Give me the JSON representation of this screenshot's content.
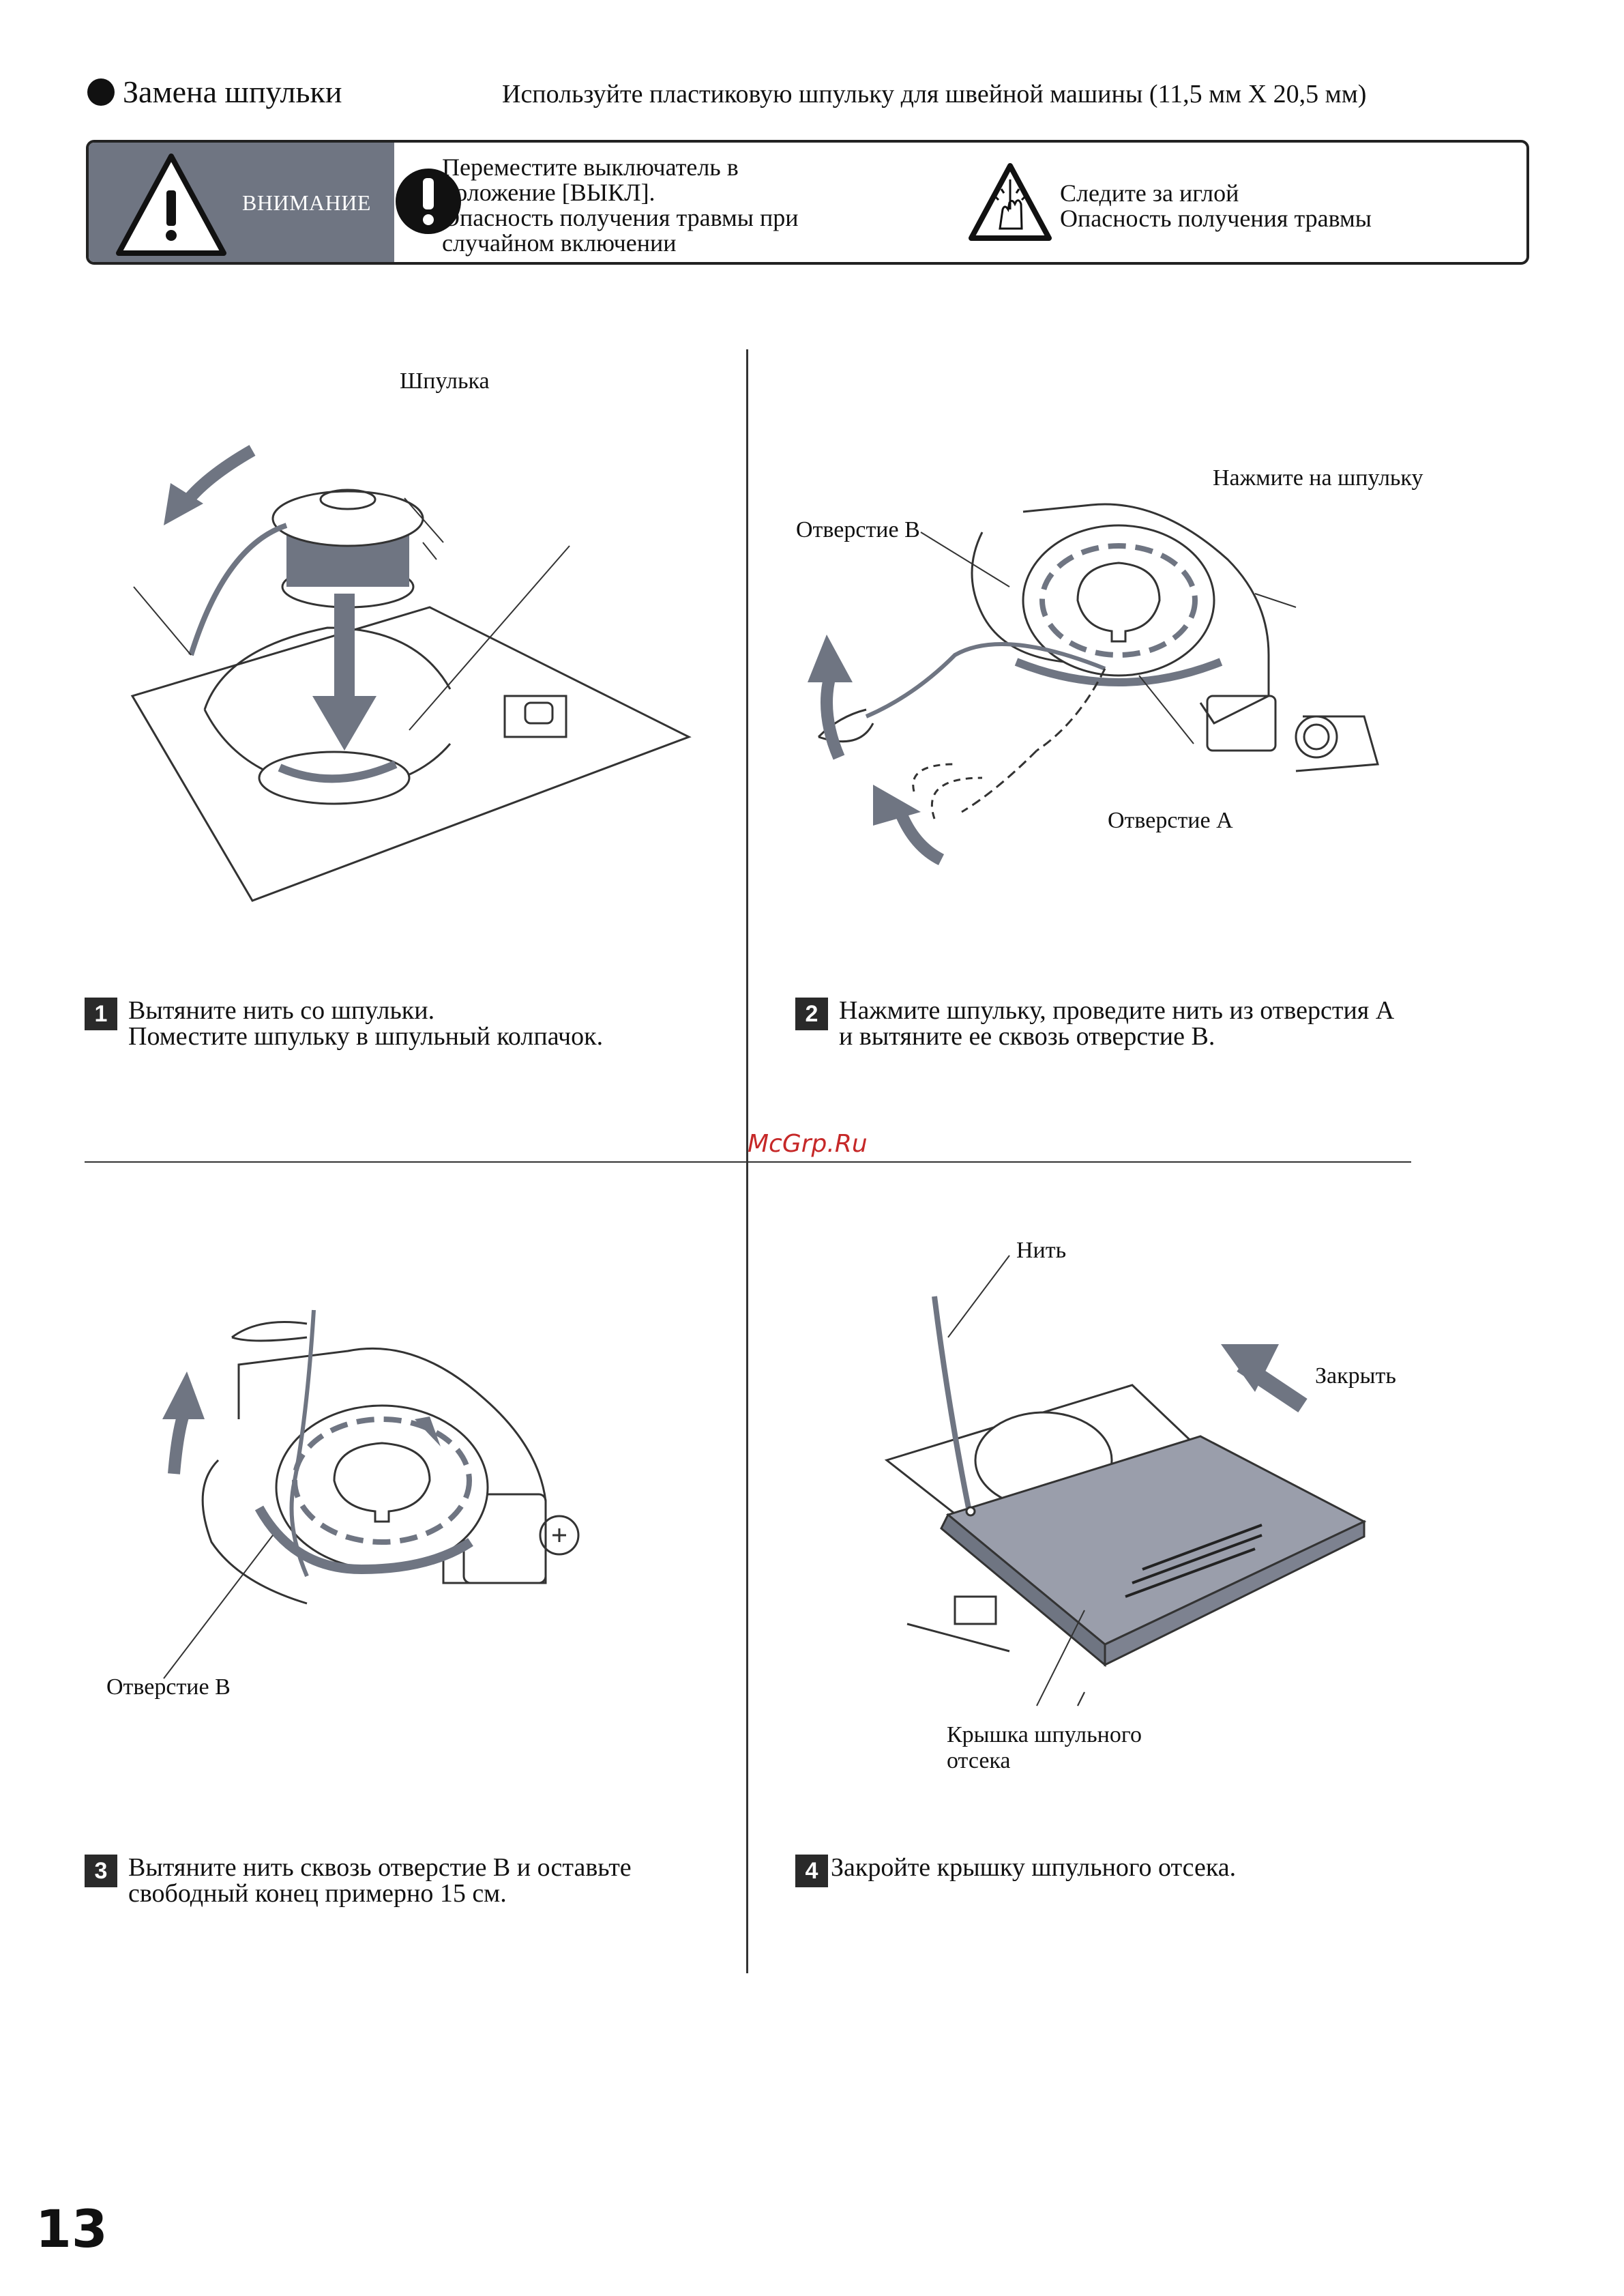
{
  "header": {
    "title": "Замена шпульки",
    "subtitle": "Используйте пластиковую шпульку для швейной машины (11,5 мм X 20,5 мм)"
  },
  "caution": {
    "label": "ВНИМАНИЕ",
    "power_lines": [
      "Переместите выключатель в",
      "положение [ВЫКЛ].",
      "Опасность получения травмы при",
      "случайном включении"
    ],
    "needle_lines": [
      "Следите за иглой",
      "Опасность получения травмы"
    ]
  },
  "watermark": "McGrp.Ru",
  "steps": [
    {
      "num": "1",
      "lines": [
        "Вытяните нить со шпульки.",
        "Поместите шпульку в шпульный колпачок."
      ]
    },
    {
      "num": "2",
      "lines": [
        "Нажмите шпульку, проведите нить из отверстия А",
        "и вытяните ее сквозь отверстие В."
      ]
    },
    {
      "num": "3",
      "lines": [
        "Вытяните нить сквозь отверстие В и оставьте",
        "свободный конец примерно 15 см."
      ]
    },
    {
      "num": "4",
      "lines": [
        "Закройте крышку шпульного отсека."
      ]
    }
  ],
  "callouts": {
    "bobbin": "Шпулька",
    "press_bobbin": "Нажмите на шпульку",
    "hole_b": "Отверстие В",
    "hole_a": "Отверстие А",
    "hole_b_3": "Отверстие В",
    "thread": "Нить",
    "close": "Закрыть",
    "cover": [
      "Крышка шпульного",
      "отсека"
    ]
  },
  "page_number": "13",
  "colors": {
    "accent_gray": "#6f7582",
    "cover_gray": "#9a9eab",
    "warn_text": "#ffffff",
    "watermark": "#c62828"
  }
}
